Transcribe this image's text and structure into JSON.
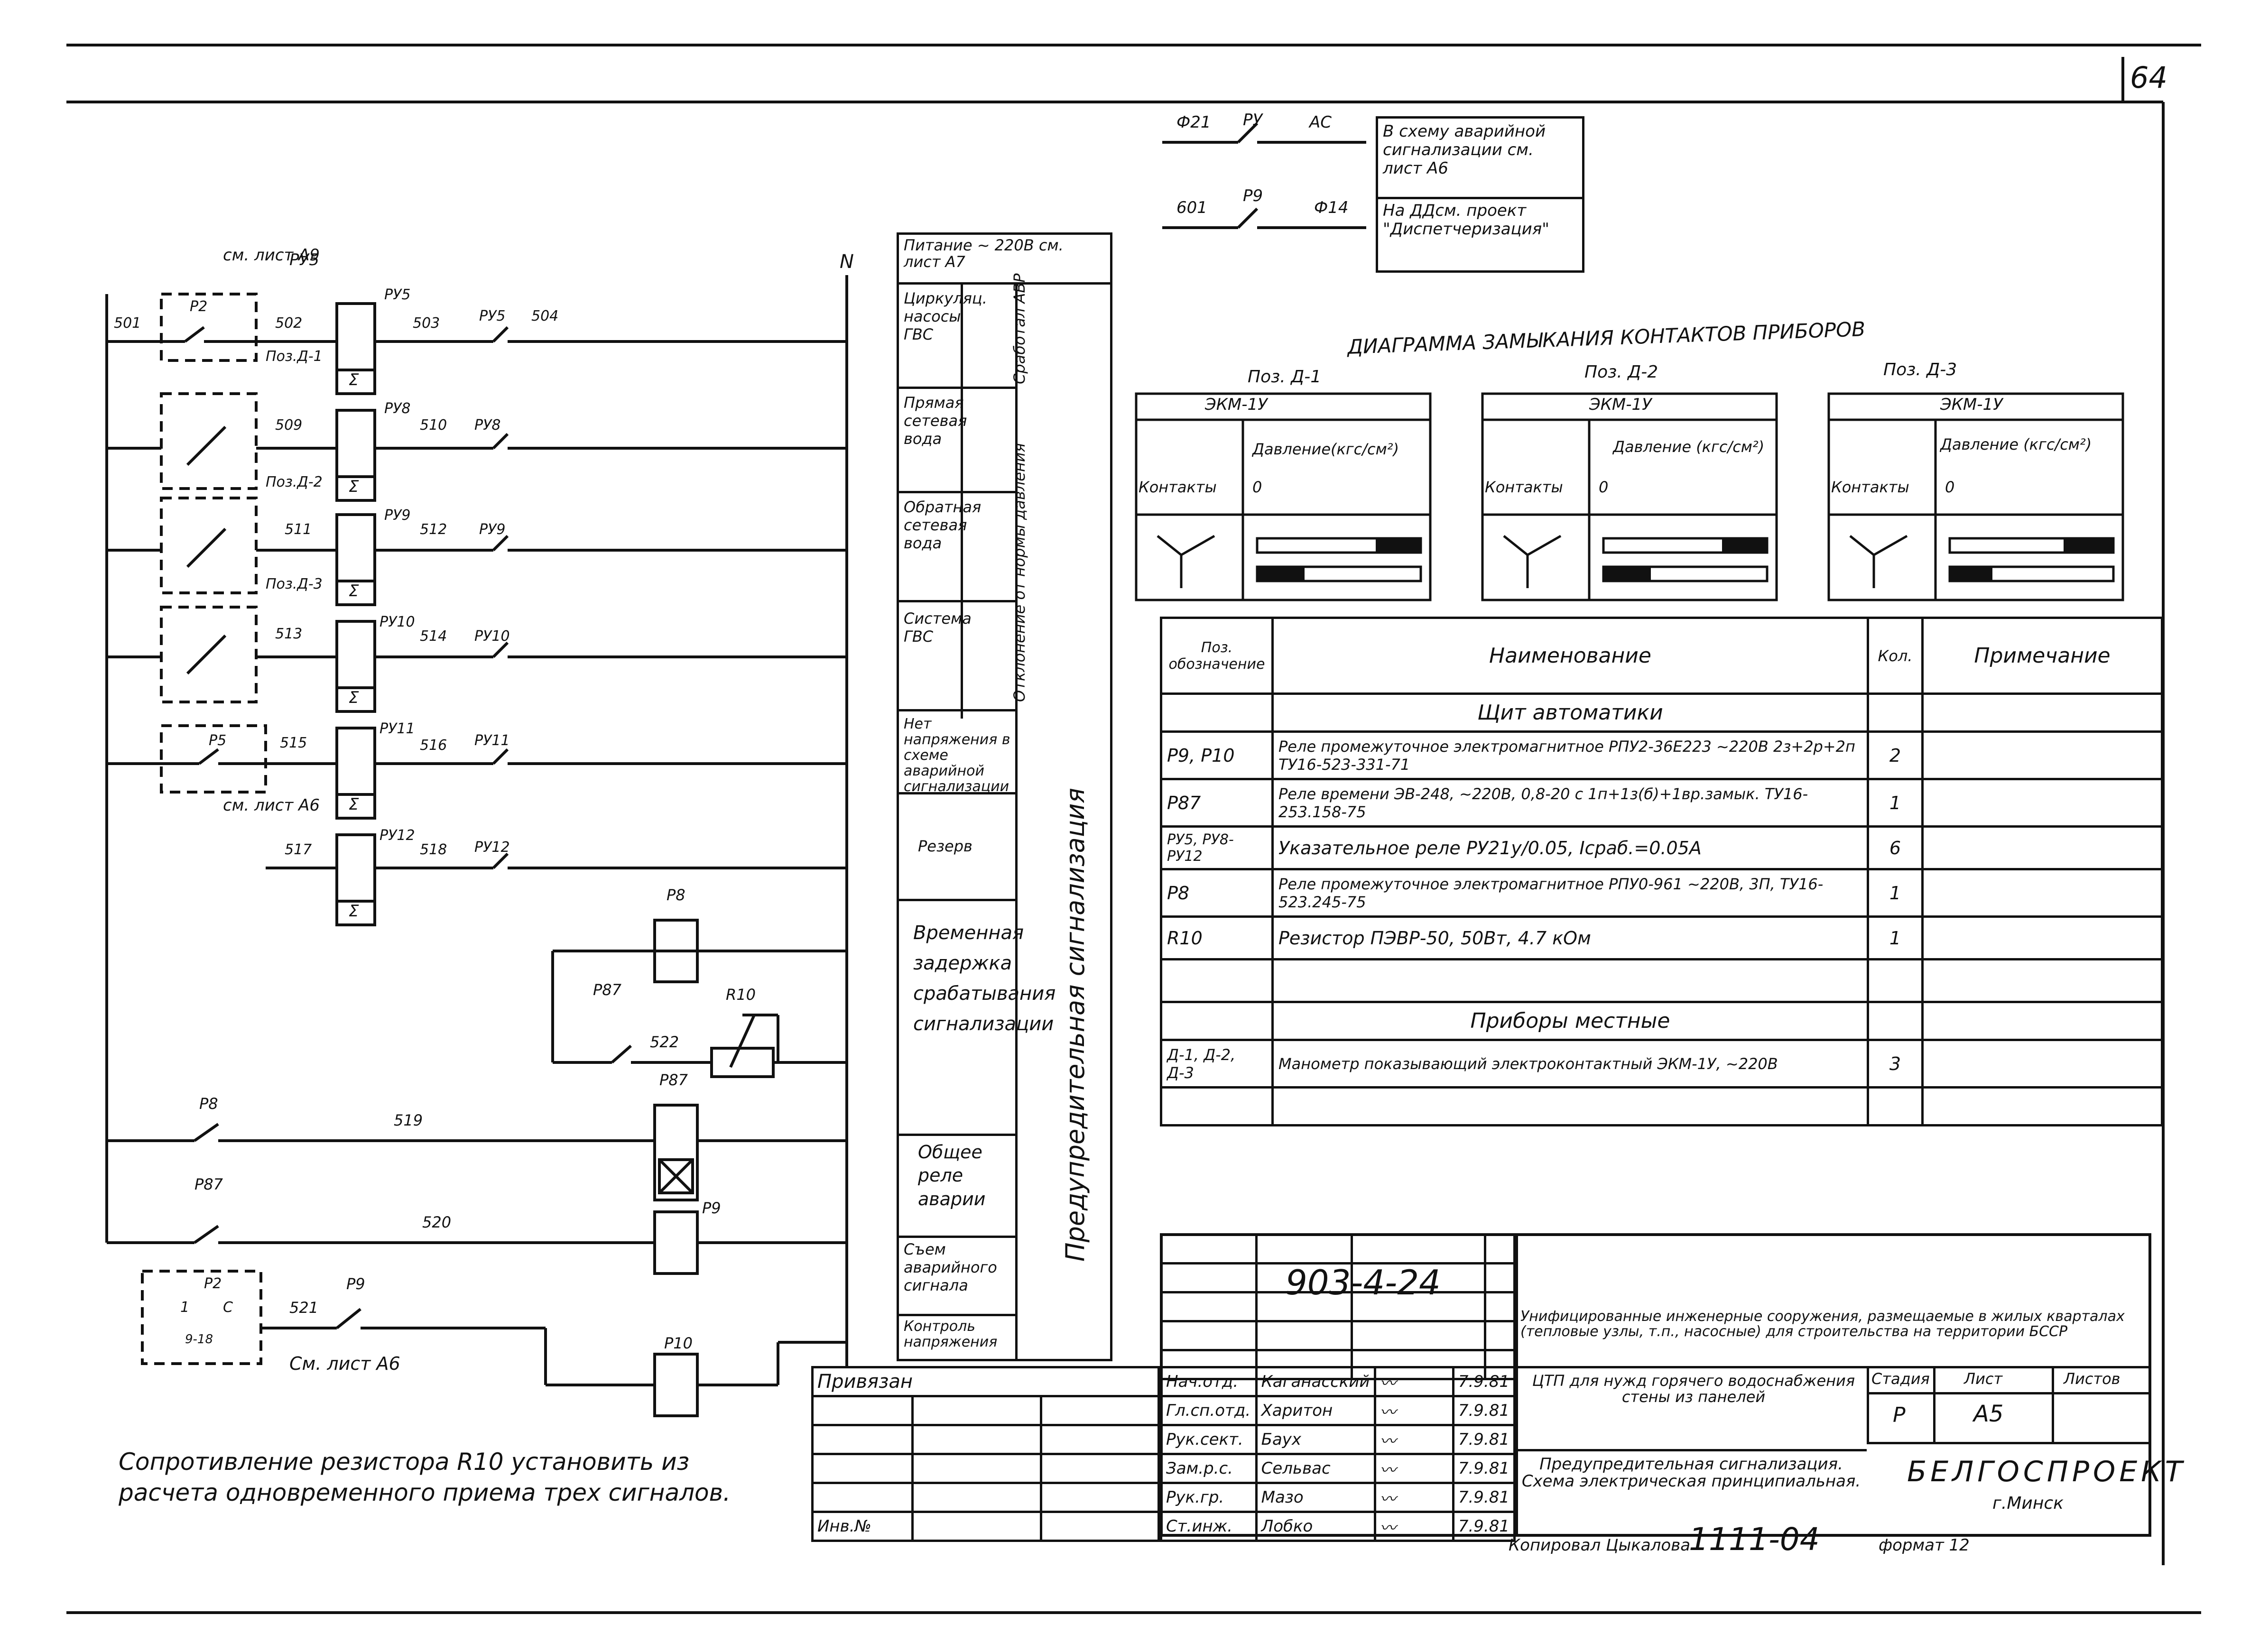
{
  "sheet": {
    "page_number": "64",
    "note": "Сопротивление резистора R10 установить из расчета одновременного приема трех сигналов.",
    "copied_by": "Копировал Цыкалова",
    "order_number": "1111-04",
    "format": "формат 12"
  },
  "top_block": {
    "wire_labels_a": [
      "Ф21",
      "РУ",
      "АС"
    ],
    "wire_labels_b": [
      "601",
      "Р9",
      "Ф14"
    ],
    "box_1": "В схему аварийной сигнализации см. лист А6",
    "box_2": "На ДДсм. проект \"Диспетчеризация\""
  },
  "schematic": {
    "wires": [
      "501",
      "502",
      "503",
      "504",
      "509",
      "510",
      "511",
      "512",
      "513",
      "514",
      "515",
      "516",
      "517",
      "518",
      "519",
      "520",
      "521",
      "522"
    ],
    "relays": [
      "РУ5",
      "РУ8",
      "РУ9",
      "РУ10",
      "РУ11",
      "РУ12"
    ],
    "contacts": [
      "Р2",
      "Р5",
      "Р8",
      "Р9",
      "Р10",
      "Р87",
      "R10"
    ],
    "pos_labels": [
      "Поз.Д-1",
      "Поз.Д-2",
      "Поз.Д-3"
    ],
    "refs": [
      "см. лист А9",
      "см. лист А6",
      "См. лист А6"
    ],
    "sigma": "Σ",
    "neutral": "N",
    "button_labels": [
      "Р2",
      "1",
      "С",
      "9-18"
    ]
  },
  "signal_table": {
    "header": "Питание ~ 220В см. лист А7",
    "rows": [
      "Циркуляц. насосы ГВС",
      "Прямая сетевая вода",
      "Обратная сетевая вода",
      "Система ГВС",
      "Нет напряжения в схеме аварийной сигнализации",
      "Резерв",
      "Временная задержка срабатывания сигнализации",
      "Общее реле аварии",
      "Съем аварийного сигнала",
      "Контроль напряжения"
    ],
    "vertical_1": "Сработал АВР",
    "vertical_2": "Отклонение от нормы давления",
    "vertical_main": "Предупредительная сигнализация"
  },
  "contact_diagram": {
    "title": "ДИАГРАММА ЗАМЫКАНИЯ КОНТАКТОВ ПРИБОРОВ",
    "gauges": [
      {
        "pos": "Поз. Д-1",
        "type": "ЭКМ-1У",
        "contacts": "Контакты",
        "pressure": "Давление(кгс/см²)",
        "zero": "0"
      },
      {
        "pos": "Поз. Д-2",
        "type": "ЭКМ-1У",
        "contacts": "Контакты",
        "pressure": "Давление (кгс/см²)",
        "zero": "0"
      },
      {
        "pos": "Поз. Д-3",
        "type": "ЭКМ-1У",
        "contacts": "Контакты",
        "pressure": "Давление (кгс/см²)",
        "zero": "0"
      }
    ]
  },
  "spec_table": {
    "headers": [
      "Поз. обозначение",
      "Наименование",
      "Кол.",
      "Примечание"
    ],
    "section_1": "Щит автоматики",
    "rows": [
      {
        "pos": "Р9, Р10",
        "name": "Реле промежуточное электромагнитное РПУ2-36Е223 ~220В 2з+2р+2п ТУ16-523-331-71",
        "qty": "2"
      },
      {
        "pos": "Р87",
        "name": "Реле времени ЭВ-248, ~220В, 0,8-20 с 1п+1з(б)+1вр.замык. ТУ16-253.158-75",
        "qty": "1"
      },
      {
        "pos": "РУ5, РУ8-РУ12",
        "name": "Указательное реле РУ21у/0.05, Iсраб.=0.05А",
        "qty": "6"
      },
      {
        "pos": "Р8",
        "name": "Реле промежуточное электромагнитное РПУ0-961 ~220В, 3П, ТУ16-523.245-75",
        "qty": "1"
      },
      {
        "pos": "R10",
        "name": "Резистор ПЭВР-50, 50Вт, 4.7 кОм",
        "qty": "1"
      }
    ],
    "section_2": "Приборы местные",
    "rows_2": [
      {
        "pos": "Д-1, Д-2, Д-3",
        "name": "Манометр показывающий электроконтактный ЭКМ-1У, ~220В",
        "qty": "3"
      }
    ]
  },
  "title_block": {
    "code": "903-4-24",
    "project": "Унифицированные инженерные сооружения, размещаемые в жилых кварталах (тепловые узлы, т.п., насосные) для строительства на территории БССР",
    "object": "ЦТП для нужд горячего водоснабжения стены из панелей",
    "sheet_name": "Предупредительная сигнализация. Схема электрическая принципиальная.",
    "stage_label": "Стадия",
    "sheet_label": "Лист",
    "sheets_label": "Листов",
    "stage": "Р",
    "sheet": "А5",
    "org": "БЕЛГОСПРОЕКТ",
    "city": "г.Минск",
    "linked": "Привязан",
    "inv": "Инв.№",
    "staff": [
      {
        "role": "Нач.отд.",
        "name": "Каганасский",
        "date": "7.9.81"
      },
      {
        "role": "Гл.сп.отд.",
        "name": "Харитон",
        "date": "7.9.81"
      },
      {
        "role": "Рук.сект.",
        "name": "Баух",
        "date": "7.9.81"
      },
      {
        "role": "Зам.р.с.",
        "name": "Сельвас",
        "date": "7.9.81"
      },
      {
        "role": "Рук.гр.",
        "name": "Мазо",
        "date": "7.9.81"
      },
      {
        "role": "Ст.инж.",
        "name": "Лобко",
        "date": "7.9.81"
      }
    ]
  }
}
